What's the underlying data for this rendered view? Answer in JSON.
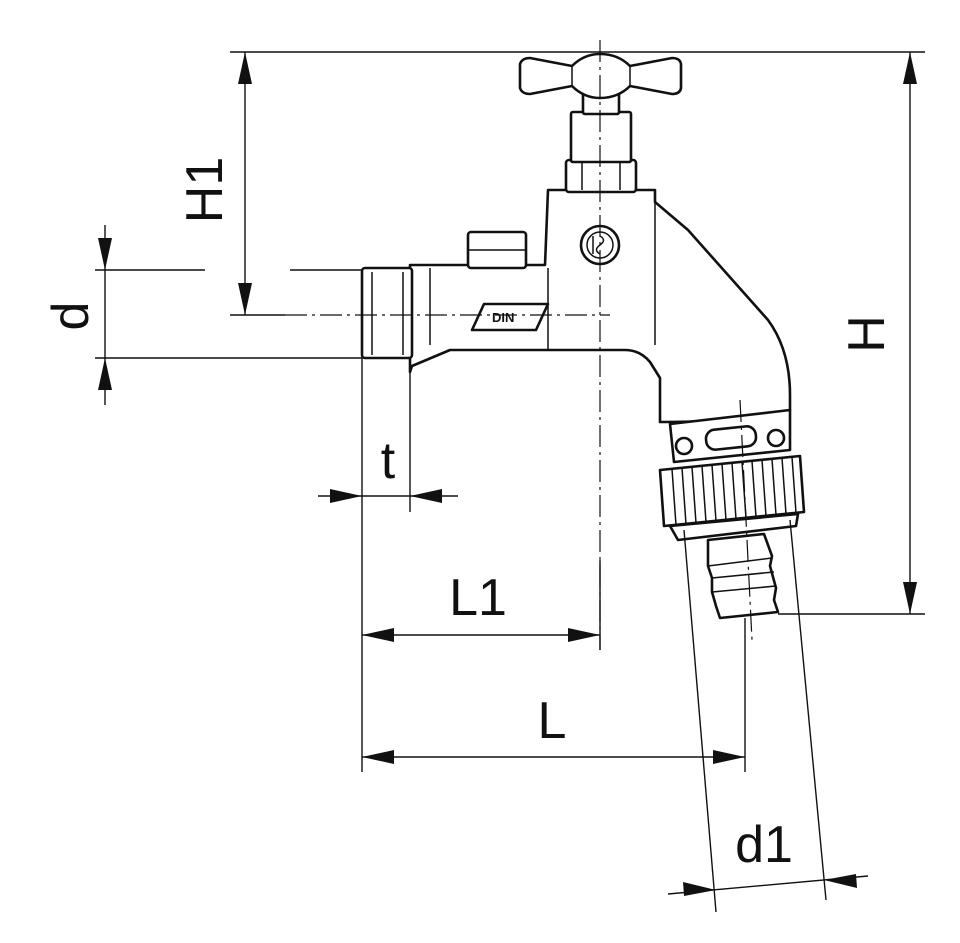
{
  "labels": {
    "H1": "H1",
    "H": "H",
    "d": "d",
    "t": "t",
    "L1": "L1",
    "L": "L",
    "d1": "d1"
  },
  "marks": {
    "body_stamp": "DIN"
  }
}
